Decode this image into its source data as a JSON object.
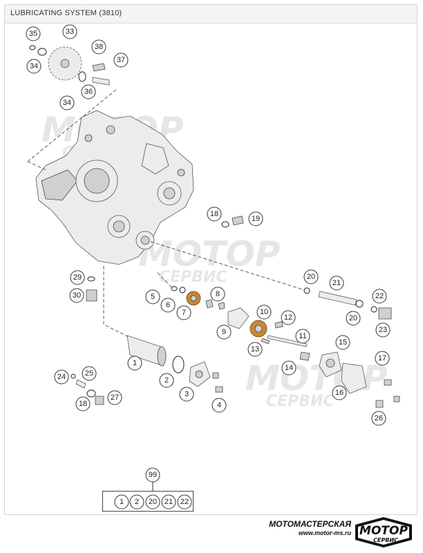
{
  "title": "LUBRICATING SYSTEM (3810)",
  "callouts": {
    "c33": "33",
    "c35": "35",
    "c34a": "34",
    "c34b": "34",
    "c36": "36",
    "c37": "37",
    "c38": "38",
    "c18a": "18",
    "c19": "19",
    "c20a": "20",
    "c21": "21",
    "c22": "22",
    "c20b": "20",
    "c23": "23",
    "c29": "29",
    "c30": "30",
    "c5": "5",
    "c6": "6",
    "c7": "7",
    "c8": "8",
    "c9": "9",
    "c10": "10",
    "c12": "12",
    "c11": "11",
    "c13": "13",
    "c15": "15",
    "c14": "14",
    "c17": "17",
    "c16": "16",
    "c1": "1",
    "c2": "2",
    "c3": "3",
    "c4": "4",
    "c24": "24",
    "c25": "25",
    "c18b": "18",
    "c27": "27",
    "c26": "26",
    "c99": "99"
  },
  "kit": {
    "label": "99",
    "items": [
      "1",
      "2",
      "20",
      "21",
      "22"
    ]
  },
  "watermark": {
    "main": "MOTOP",
    "sub": "СЕРВИС"
  },
  "brand": {
    "name": "МОТОМАСТЕРСКАЯ",
    "url": "www.motor-ms.ru",
    "logo_main": "MOTOP",
    "logo_sub": "СЕРВИС"
  },
  "colors": {
    "bronze_part": "#c28a35",
    "watermark": "#e6e6e6"
  }
}
